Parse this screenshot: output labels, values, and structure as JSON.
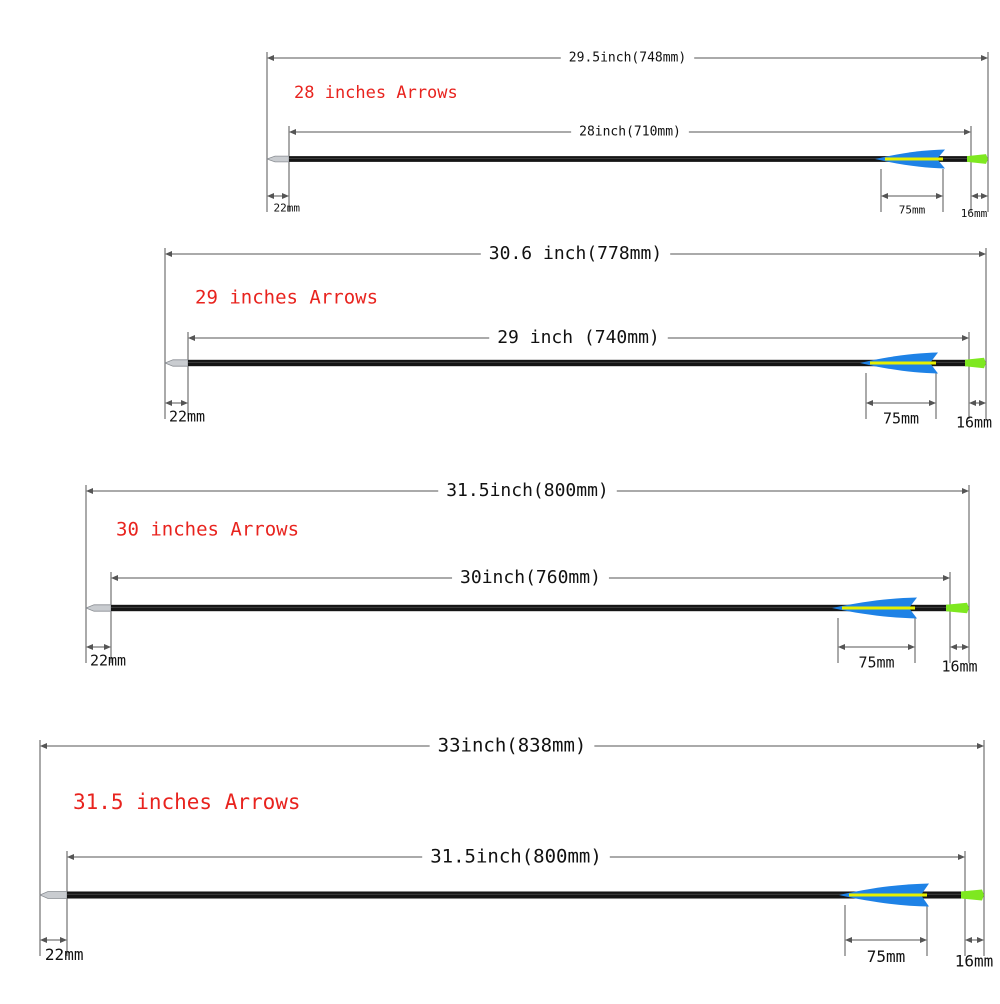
{
  "arrows": [
    {
      "title": "28 inches Arrows",
      "total_length": "29.5inch(748mm)",
      "shaft_length": "28inch(710mm)",
      "point_length": "22mm",
      "vane_length": "75mm",
      "nock_length": "16mm"
    },
    {
      "title": "29 inches Arrows",
      "total_length": "30.6 inch(778mm)",
      "shaft_length": "29 inch (740mm)",
      "point_length": "22mm",
      "vane_length": "75mm",
      "nock_length": "16mm"
    },
    {
      "title": "30 inches Arrows",
      "total_length": "31.5inch(800mm)",
      "shaft_length": "30inch(760mm)",
      "point_length": "22mm",
      "vane_length": "75mm",
      "nock_length": "16mm"
    },
    {
      "title": "31.5 inches Arrows",
      "total_length": "33inch(838mm)",
      "shaft_length": "31.5inch(800mm)",
      "point_length": "22mm",
      "vane_length": "75mm",
      "nock_length": "16mm"
    }
  ],
  "colors": {
    "title": "#e8231e",
    "shaft": "#151515",
    "vane": "#1e82e6",
    "vane_stripe": "#e6f000",
    "nock": "#7ee820",
    "point": "#c9ccd0",
    "dim_line": "#555555",
    "text": "#111111"
  }
}
